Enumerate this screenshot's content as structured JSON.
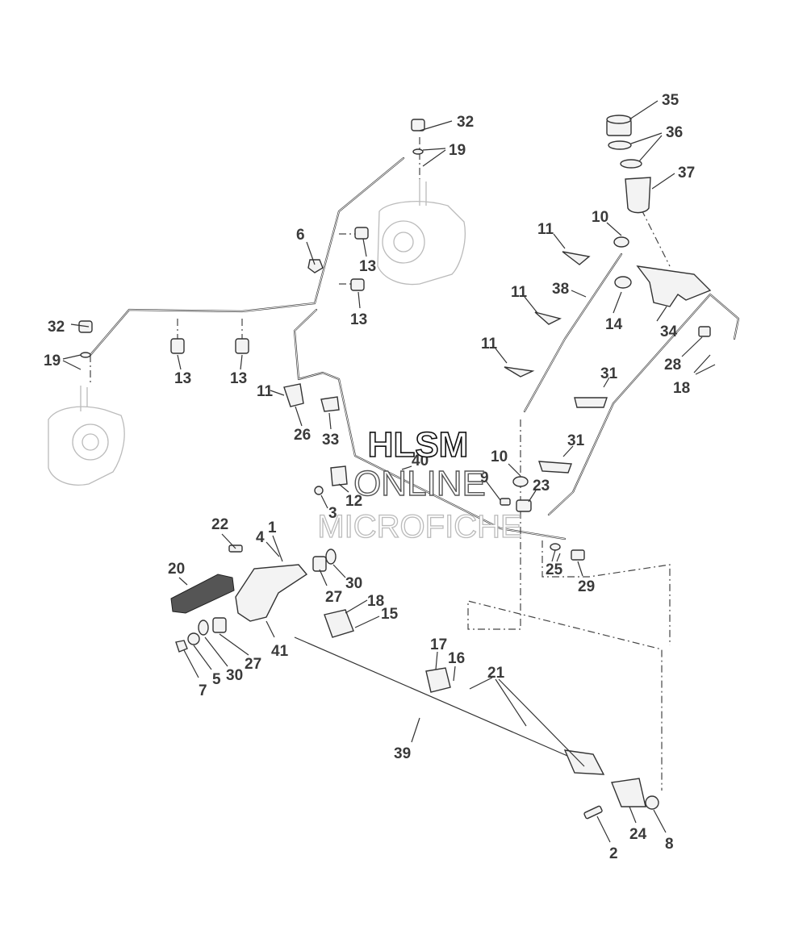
{
  "watermark": {
    "line1": "HLSM",
    "line2": "ONLINE",
    "line3": "MICROFICHE"
  },
  "callouts": {
    "c1": "1",
    "c2": "2",
    "c3": "3",
    "c4": "4",
    "c5": "5",
    "c6": "6",
    "c7": "7",
    "c8": "8",
    "c9": "9",
    "c10a": "10",
    "c10b": "10",
    "c11a": "11",
    "c11b": "11",
    "c11c": "11",
    "c11d": "11",
    "c12": "12",
    "c13a": "13",
    "c13b": "13",
    "c13c": "13",
    "c13d": "13",
    "c14": "14",
    "c15": "15",
    "c16": "16",
    "c17": "17",
    "c18a": "18",
    "c18b": "18",
    "c19a": "19",
    "c19b": "19",
    "c20": "20",
    "c21": "21",
    "c22": "22",
    "c23": "23",
    "c24": "24",
    "c25": "25",
    "c26": "26",
    "c27a": "27",
    "c27b": "27",
    "c28": "28",
    "c29": "29",
    "c30a": "30",
    "c30b": "30",
    "c31a": "31",
    "c31b": "31",
    "c32a": "32",
    "c32b": "32",
    "c33": "33",
    "c34": "34",
    "c35": "35",
    "c36": "36",
    "c37": "37",
    "c38": "38",
    "c39": "39",
    "c40": "40",
    "c41": "41"
  }
}
